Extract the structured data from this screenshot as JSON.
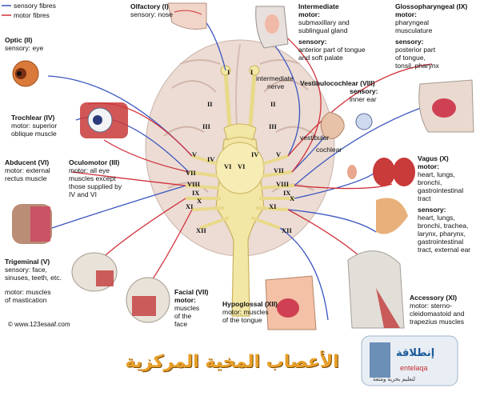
{
  "legend": {
    "sensory": "sensory fibres",
    "motor": "motor fibres"
  },
  "colors": {
    "sensory": "#3a55c0",
    "motor": "#d0303a",
    "nerve": "#f3e7a6",
    "nerve_edge": "#c9b25c",
    "brain": "#ead7d0"
  },
  "nerves": {
    "olfactory": {
      "title": "Olfactory (I)",
      "line1": "sensory: nose",
      "roman": "I"
    },
    "optic": {
      "title": "Optic (II)",
      "line1": "sensory: eye",
      "roman": "II"
    },
    "trochlear": {
      "title": "Trochlear (IV)",
      "line1": "motor: superior",
      "line2": "oblique muscle",
      "roman": "IV"
    },
    "abducent": {
      "title": "Abducent (VI)",
      "line1": "motor: external",
      "line2": "rectus muscle",
      "roman": "VI"
    },
    "oculomotor": {
      "title": "Oculomotor (III)",
      "line1": "motor: all eye",
      "line2": "muscles except",
      "line3": "those supplied by",
      "line4": "IV and VI",
      "roman": "III"
    },
    "trigeminal": {
      "title": "Trigeminal (V)",
      "line1": "sensory: face,",
      "line2": "sinuses, teeth, etc.",
      "line3": "motor: muscles",
      "line4": "of mastication",
      "roman": "V"
    },
    "facial": {
      "title": "Facial (VII)",
      "line1": "motor:",
      "line2": "muscles",
      "line3": "of the",
      "line4": "face",
      "roman": "VII"
    },
    "intermediate": {
      "title": "Intermediate",
      "line1": "motor:",
      "line2": "submaxillary and",
      "line3": "sublingual gland",
      "line4": "sensory:",
      "line5": "anterior part of tongue",
      "line6": "and soft palate",
      "inner": "intermediate",
      "inner2": "nerve"
    },
    "vestibulocochlear": {
      "title": "Vestibulocochlear (VIII)",
      "line1": "sensory:",
      "line2": "inner ear",
      "vestibular": "vestibular",
      "cochlear": "cochlear",
      "roman": "VIII"
    },
    "glossopharyngeal": {
      "title": "Glossopharyngeal (IX)",
      "line1": "motor:",
      "line2": "pharyngeal",
      "line3": "musculature",
      "line4": "sensory:",
      "line5": "posterior part",
      "line6": "of tongue,",
      "line7": "tonsil, pharynx",
      "roman": "IX"
    },
    "vagus": {
      "title": "Vagus (X)",
      "line1": "motor:",
      "line2": "heart, lungs,",
      "line3": "bronchi,",
      "line4": "gastrointestinal",
      "line5": "tract",
      "line6": "sensory:",
      "line7": "heart, lungs,",
      "line8": "bronchi, trachea,",
      "line9": "larynx, pharynx,",
      "line10": "gastrointestinal",
      "line11": "tract, external ear",
      "roman": "X"
    },
    "accessory": {
      "title": "Accessory (XI)",
      "line1": "motor: sterno-",
      "line2": "cleidomastoid and",
      "line3": "trapezius muscles",
      "roman": "XI"
    },
    "hypoglossal": {
      "title": "Hypoglossal (XII)",
      "line1": "motor: muscles",
      "line2": "of the tongue",
      "roman": "XII"
    }
  },
  "copyright": "© www.123esaaf.com",
  "footer_title": "الأعصاب المخية المركزية",
  "logo": {
    "name": "إنطلاقة",
    "latin": "entelaqa",
    "tagline": "لتعليم بحرية ومتعة"
  }
}
